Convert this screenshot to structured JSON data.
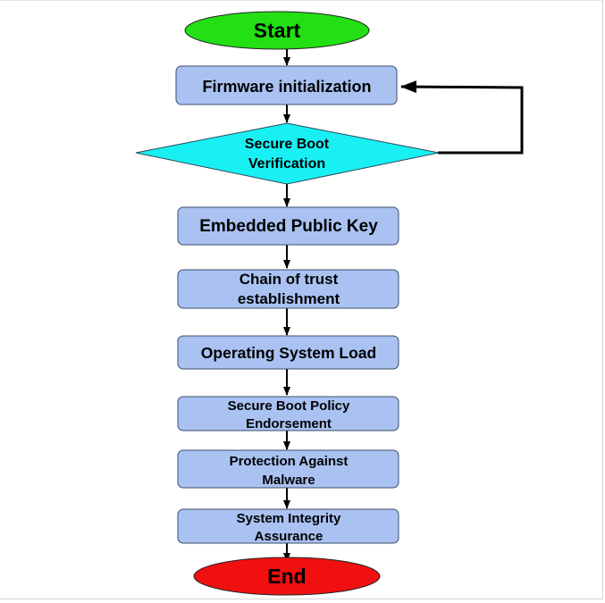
{
  "colors": {
    "process_fill": "#a9c2f2",
    "process_stroke": "#3d4d6a",
    "start_fill": "#22e014",
    "decision_fill": "#19f0f4",
    "end_fill": "#f01010",
    "arrow": "#000000"
  },
  "start": {
    "label": "Start"
  },
  "steps": [
    {
      "id": "firmware",
      "lines": [
        "Firmware initialization"
      ]
    },
    {
      "id": "secure-boot-verification",
      "lines": [
        "Secure Boot",
        "Verification"
      ]
    },
    {
      "id": "embedded-key",
      "lines": [
        "Embedded Public Key"
      ]
    },
    {
      "id": "chain-of-trust",
      "lines": [
        "Chain of trust",
        "establishment"
      ]
    },
    {
      "id": "os-load",
      "lines": [
        "Operating System Load"
      ]
    },
    {
      "id": "policy",
      "lines": [
        "Secure Boot Policy",
        "Endorsement"
      ]
    },
    {
      "id": "malware",
      "lines": [
        "Protection Against",
        "Malware"
      ]
    },
    {
      "id": "integrity",
      "lines": [
        "System Integrity",
        "Assurance"
      ]
    }
  ],
  "end": {
    "label": "End"
  }
}
